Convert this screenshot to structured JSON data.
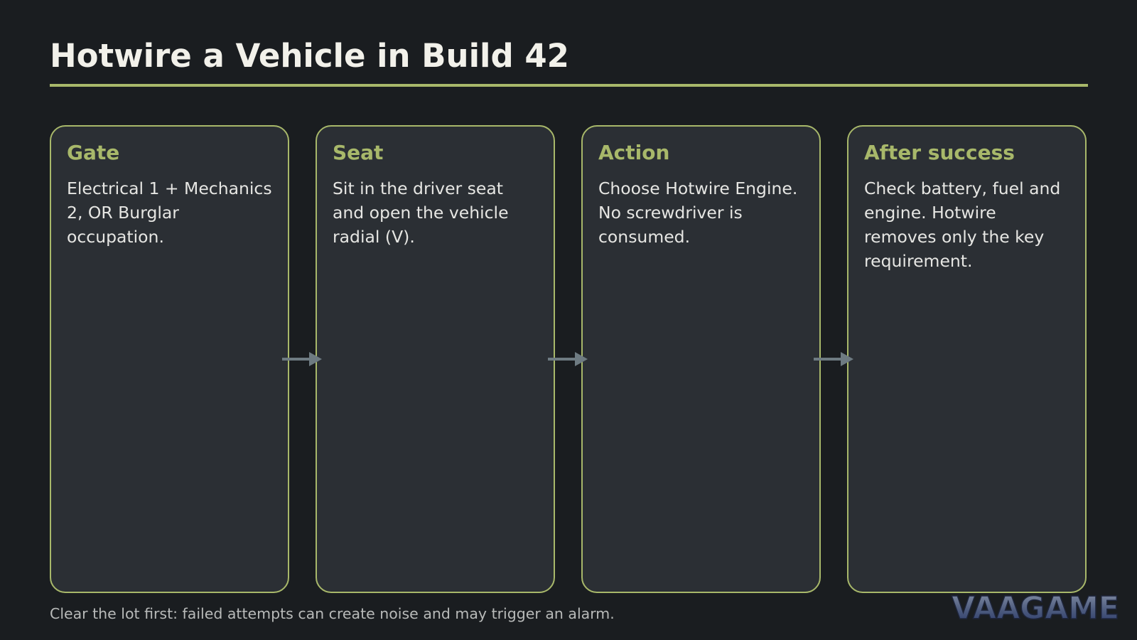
{
  "title": "Hotwire a Vehicle in Build 42",
  "steps": [
    {
      "heading": "Gate",
      "text": "Electrical 1 + Mechanics 2, OR Burglar occupation."
    },
    {
      "heading": "Seat",
      "text": "Sit in the driver seat and open the vehicle radial (V)."
    },
    {
      "heading": "Action",
      "text": "Choose Hotwire Engine. No screwdriver is consumed."
    },
    {
      "heading": "After success",
      "text": "Check battery, fuel and engine. Hotwire removes only the key requirement."
    }
  ],
  "footer_note": "Clear the lot first: failed attempts can create noise and may trigger an alarm.",
  "watermark": "VAAGAME",
  "colors": {
    "background": "#1a1d20",
    "accent": "#a8b86a",
    "card_fill": "#2b2f34",
    "arrow": "#6e7b82",
    "title_text": "#f2f1ea",
    "body_text": "#e6e6e3"
  }
}
